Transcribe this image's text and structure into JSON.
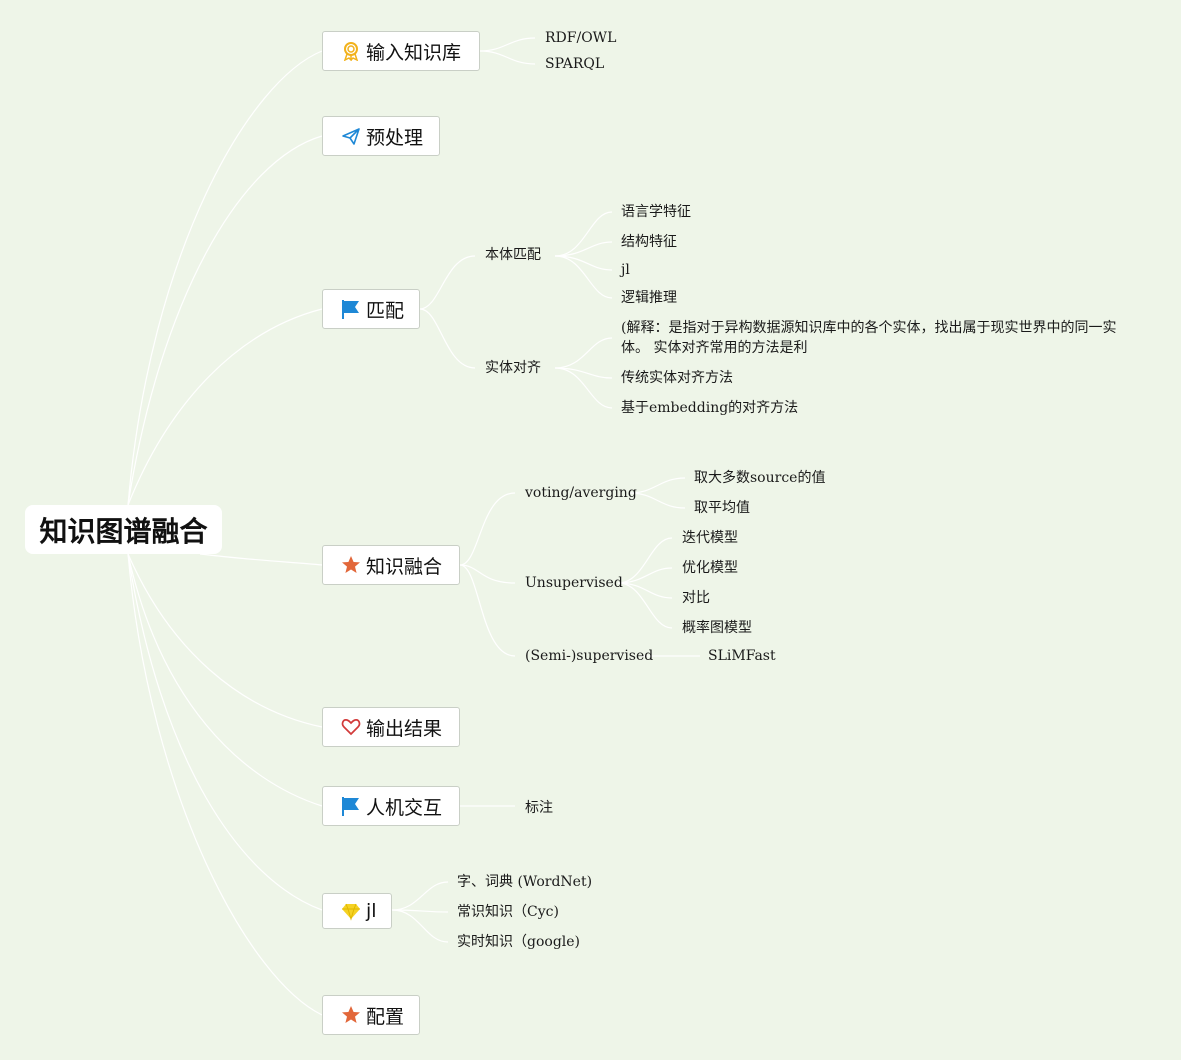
{
  "root": {
    "label": "知识图谱融合"
  },
  "branches": {
    "input": {
      "label": "输入知识库",
      "icon": "award-ribbon-icon"
    },
    "pre": {
      "label": "预处理",
      "icon": "paper-plane-icon"
    },
    "match": {
      "label": "匹配",
      "icon": "blue-flag-icon"
    },
    "fusion": {
      "label": "知识融合",
      "icon": "orange-star-icon"
    },
    "output": {
      "label": "输出结果",
      "icon": "heart-outline-icon"
    },
    "human": {
      "label": "人机交互",
      "icon": "blue-flag-icon"
    },
    "jl": {
      "label": "jl",
      "icon": "diamond-icon"
    },
    "config": {
      "label": "配置",
      "icon": "orange-star-icon"
    }
  },
  "input_children": [
    "RDF/OWL",
    "SPARQL"
  ],
  "match_children": {
    "ontology": {
      "label": "本体匹配",
      "items": [
        "语言学特征",
        "结构特征",
        "jl",
        "逻辑推理"
      ]
    },
    "entity": {
      "label": "实体对齐",
      "items": [
        "(解释：是指对于异构数据源知识库中的各个实体，找出属于现实世界中的同一实体。 实体对齐常用的方法是利",
        "传统实体对齐方法",
        "基于embedding的对齐方法"
      ]
    }
  },
  "fusion_children": {
    "voting": {
      "label": "voting/averging",
      "items": [
        "取大多数source的值",
        "取平均值"
      ]
    },
    "unsup": {
      "label": "Unsupervised",
      "items": [
        "迭代模型",
        "优化模型",
        "对比",
        "概率图模型"
      ]
    },
    "semi": {
      "label": "(Semi-)supervised",
      "items": [
        "SLiMFast"
      ]
    }
  },
  "human_children": [
    "标注"
  ],
  "jl_children": [
    "字、词典 (WordNet)",
    "常识知识（Cyc)",
    "实时知识（google)"
  ],
  "colors": {
    "background": "#eef5e8",
    "connector": "#ffffff",
    "flag_blue": "#1e88d6",
    "star_orange": "#e2673a",
    "heart_red": "#d23a3a",
    "award_yellow": "#f2b21c",
    "plane_blue": "#1e88d6",
    "diamond_yellow": "#f5d224"
  }
}
